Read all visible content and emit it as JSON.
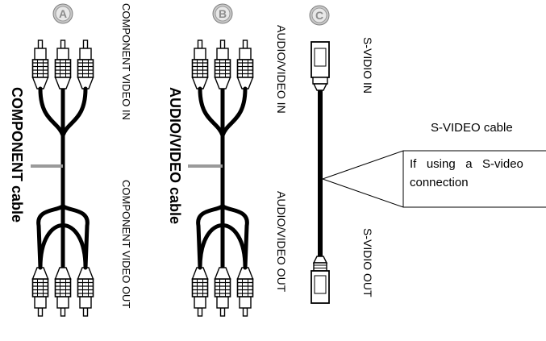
{
  "badges": {
    "a": "A",
    "b": "B",
    "c": "C"
  },
  "component": {
    "title": "COMPONENT cable",
    "in_label": "COMPONENT VIDEO IN",
    "out_label": "COMPONENT VIDEO OUT"
  },
  "audio_video": {
    "title": "AUDIO/VIDEO cable",
    "in_label": "AUDIO/VIDEO IN",
    "out_label": "AUDIO/VIDEO OUT"
  },
  "s_video": {
    "in_label": "S-VIDIO IN",
    "out_label": "S-VIDIO OUT",
    "cable_label": "S-VIDEO cable",
    "note_line1": "If   using   a   S-video",
    "note_line2": "connection"
  },
  "colors": {
    "ink": "#000000",
    "cable_gray": "#9a9a9a",
    "badge_fill": "#c8c8c8"
  }
}
